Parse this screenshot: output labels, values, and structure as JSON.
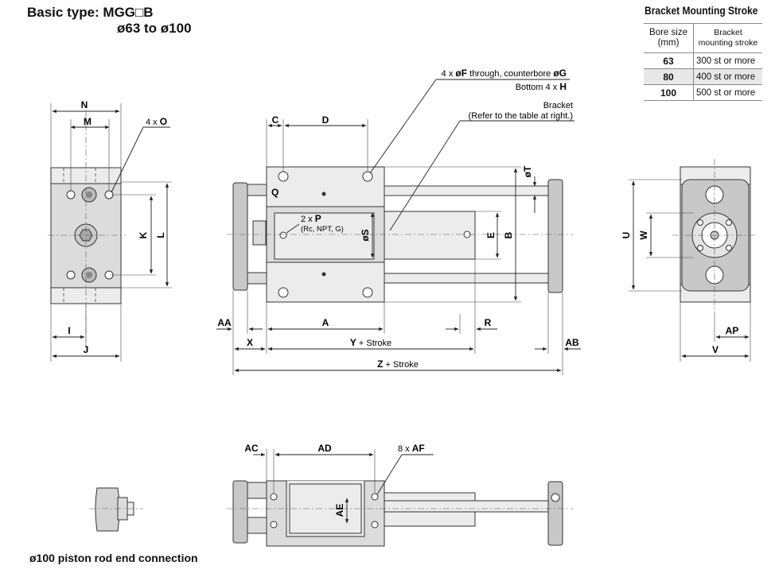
{
  "title_line1": "Basic type: MGG□B",
  "title_line2": "ø63 to ø100",
  "bracket_table": {
    "title": "Bracket Mounting Stroke",
    "header_bore": "Bore size (mm)",
    "header_stroke": "Bracket mounting stroke",
    "rows": [
      {
        "bore": "63",
        "stroke": "300 st or more"
      },
      {
        "bore": "80",
        "stroke": "400 st or more"
      },
      {
        "bore": "100",
        "stroke": "500 st or more"
      }
    ]
  },
  "labels": {
    "N": "N",
    "M": "M",
    "O_prefix": "4 x ",
    "O": "O",
    "K": "K",
    "L": "L",
    "I": "I",
    "J": "J",
    "C": "C",
    "D": "D",
    "Q": "Q",
    "F_note_pre": "4 x ",
    "F_note_F": "øF",
    "F_note_mid": " through, counterbore ",
    "F_note_G": "øG",
    "H_note_pre": "Bottom 4 x ",
    "H_note_H": "H",
    "bracket_note_1": "Bracket",
    "bracket_note_2": "(Refer to the table at right.)",
    "P_pre": "2 x ",
    "P": "P",
    "P_sub": "(Rc, NPT, G)",
    "S": "øS",
    "T": "øT",
    "E": "E",
    "B": "B",
    "AA": "AA",
    "A": "A",
    "R": "R",
    "X": "X",
    "Y": "Y",
    "Y_suffix": " + Stroke",
    "AB": "AB",
    "Z": "Z",
    "Z_suffix": " + Stroke",
    "U": "U",
    "W": "W",
    "AP": "AP",
    "V": "V",
    "AC": "AC",
    "AD": "AD",
    "AF_pre": "8 x ",
    "AF": "AF",
    "AE": "AE"
  },
  "caption": "ø100 piston rod end connection"
}
